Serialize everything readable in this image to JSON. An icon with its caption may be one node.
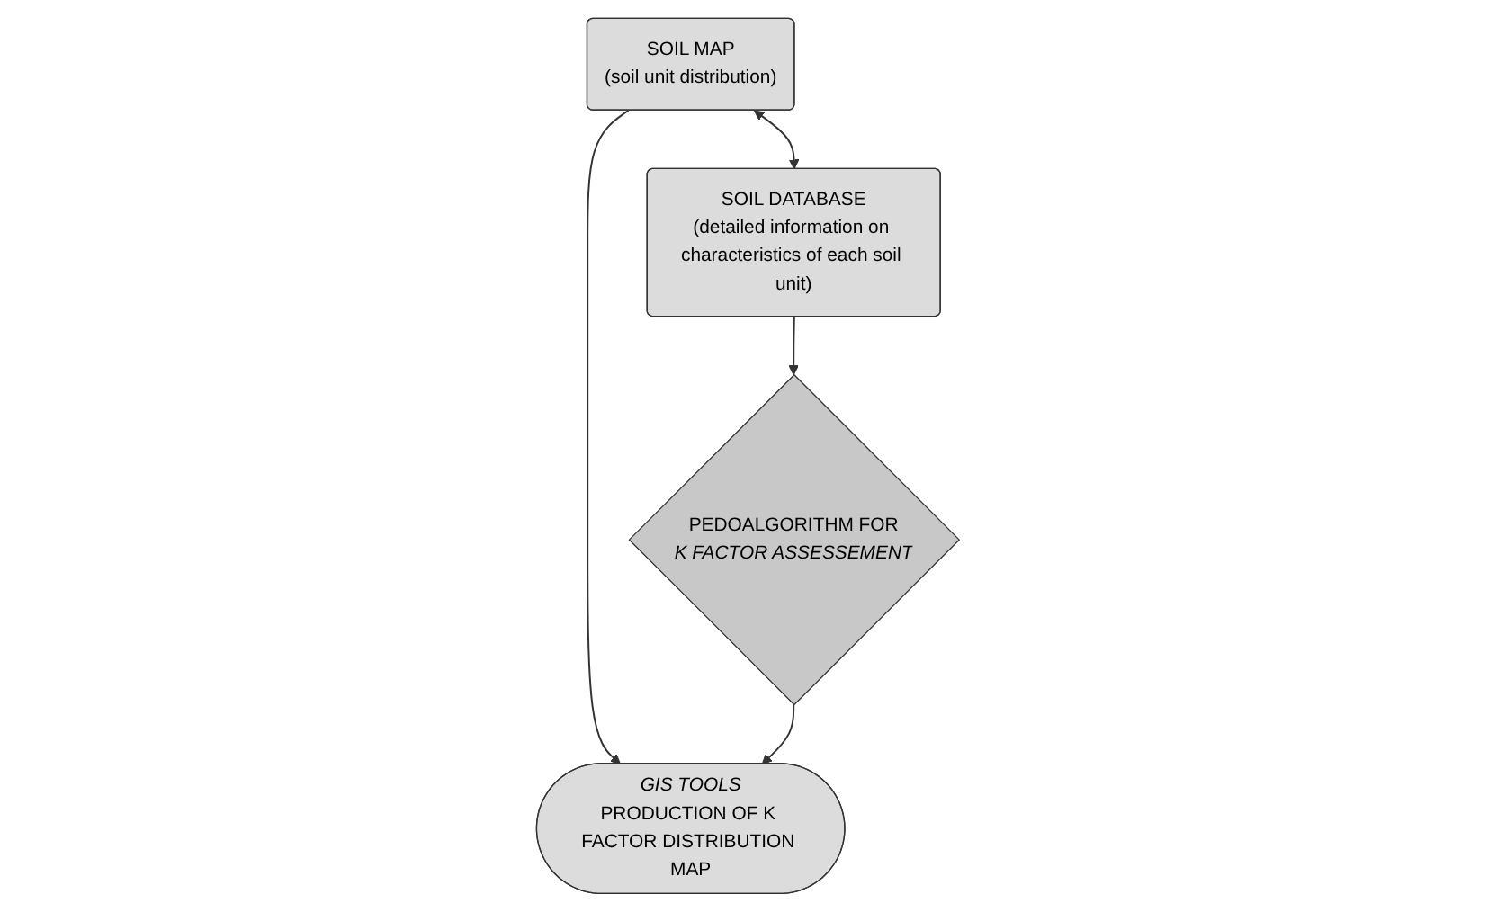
{
  "diagram": {
    "nodes": [
      {
        "text": [
          "SOIL MAP",
          "(soil unit distribution)"
        ]
      },
      {
        "text": [
          "SOIL DATABASE",
          "(detailed information on characteristics of each soil unit)"
        ]
      },
      {
        "text": [
          "PEDOALGORITHM FOR",
          "K FACTOR ASSESSEMENT"
        ]
      },
      {
        "text": [
          "GIS TOOLS",
          "PRODUCTION OF K FACTOR DISTRIBUTION MAP"
        ]
      }
    ],
    "edges": [
      {
        "from": 0,
        "to": 1,
        "arrow": "both"
      },
      {
        "from": 1,
        "to": 2,
        "arrow": "to"
      },
      {
        "from": 0,
        "to": 3,
        "arrow": "to"
      },
      {
        "from": 2,
        "to": 3,
        "arrow": "to"
      }
    ]
  }
}
